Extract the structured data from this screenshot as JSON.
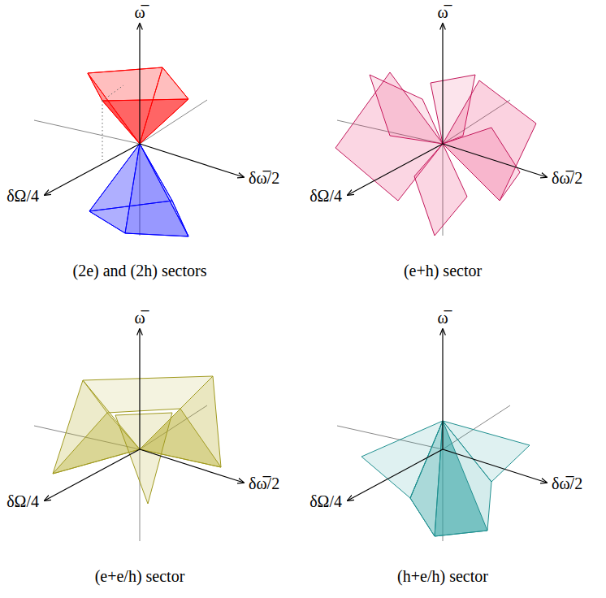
{
  "diagram": {
    "labels": [
      "ω̅",
      "δΩ/4",
      "δω̅/2",
      "(2e) and (2h) sectors",
      "ω̅",
      "δΩ/4",
      "δω̅/2",
      "(e+h) sector",
      "ω̅",
      "δΩ/4",
      "δω̅/2",
      "(e+e/h) sector",
      "ω̅",
      "δΩ/4",
      "δω̅/2",
      "(h+e/h) sector"
    ]
  }
}
